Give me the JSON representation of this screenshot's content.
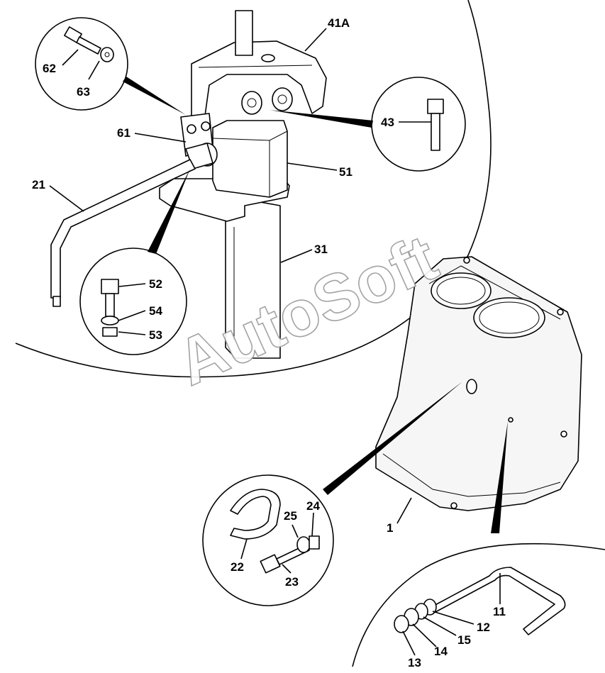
{
  "watermark": "AutoSoft",
  "labels": {
    "p41A": "41A",
    "p62": "62",
    "p63": "63",
    "p43": "43",
    "p61": "61",
    "p51": "51",
    "p21": "21",
    "p31": "31",
    "p52": "52",
    "p54": "54",
    "p53": "53",
    "p1": "1",
    "p25": "25",
    "p24": "24",
    "p22": "22",
    "p23": "23",
    "p11": "11",
    "p12": "12",
    "p15": "15",
    "p14": "14",
    "p13": "13"
  }
}
